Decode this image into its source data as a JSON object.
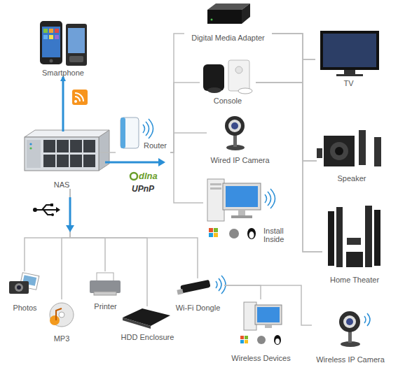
{
  "diagram": {
    "nodes": [
      {
        "text": [
          "Smartphone"
        ]
      },
      {
        "text": [
          "NAS"
        ]
      },
      {
        "text": [
          "Router"
        ]
      },
      {
        "text": [
          "Digital Media Adapter"
        ]
      },
      {
        "text": [
          "Console"
        ]
      },
      {
        "text": [
          "Wired IP Camera"
        ]
      },
      {
        "text": [
          "Install Inside"
        ]
      },
      {
        "text": [
          "TV"
        ]
      },
      {
        "text": [
          "Speaker"
        ]
      },
      {
        "text": [
          "Home Theater"
        ]
      },
      {
        "text": [
          "Photos"
        ]
      },
      {
        "text": [
          "MP3"
        ]
      },
      {
        "text": [
          "Printer"
        ]
      },
      {
        "text": [
          "HDD Enclosure"
        ]
      },
      {
        "text": [
          "Wi-Fi Dongle"
        ]
      },
      {
        "text": [
          "Wireless Devices"
        ]
      },
      {
        "text": [
          "Wireless IP Camera"
        ]
      }
    ],
    "edges": [
      {
        "from": 1,
        "to": 0,
        "arrow": "to"
      },
      {
        "from": 1,
        "to": 2,
        "arrow": "none"
      },
      {
        "from": 2,
        "to": 3,
        "arrow": "none"
      },
      {
        "from": 2,
        "to": 4,
        "arrow": "none"
      },
      {
        "from": 2,
        "to": 5,
        "arrow": "none"
      },
      {
        "from": 2,
        "to": 6,
        "arrow": "none"
      },
      {
        "from": 3,
        "to": 7,
        "arrow": "none"
      },
      {
        "from": 3,
        "to": 8,
        "arrow": "none"
      },
      {
        "from": 3,
        "to": 9,
        "arrow": "none"
      },
      {
        "from": 4,
        "to": 7,
        "arrow": "none"
      },
      {
        "from": 4,
        "to": 8,
        "arrow": "none"
      },
      {
        "from": 4,
        "to": 9,
        "arrow": "none"
      },
      {
        "from": 1,
        "to": 10,
        "arrow": "none"
      },
      {
        "from": 1,
        "to": 11,
        "arrow": "none"
      },
      {
        "from": 1,
        "to": 12,
        "arrow": "none"
      },
      {
        "from": 1,
        "to": 13,
        "arrow": "none"
      },
      {
        "from": 1,
        "to": 14,
        "arrow": "none"
      },
      {
        "from": 14,
        "to": 15,
        "arrow": "none"
      },
      {
        "from": 14,
        "to": 16,
        "arrow": "none"
      }
    ],
    "labels": [
      "dlna",
      "UPnP"
    ]
  }
}
